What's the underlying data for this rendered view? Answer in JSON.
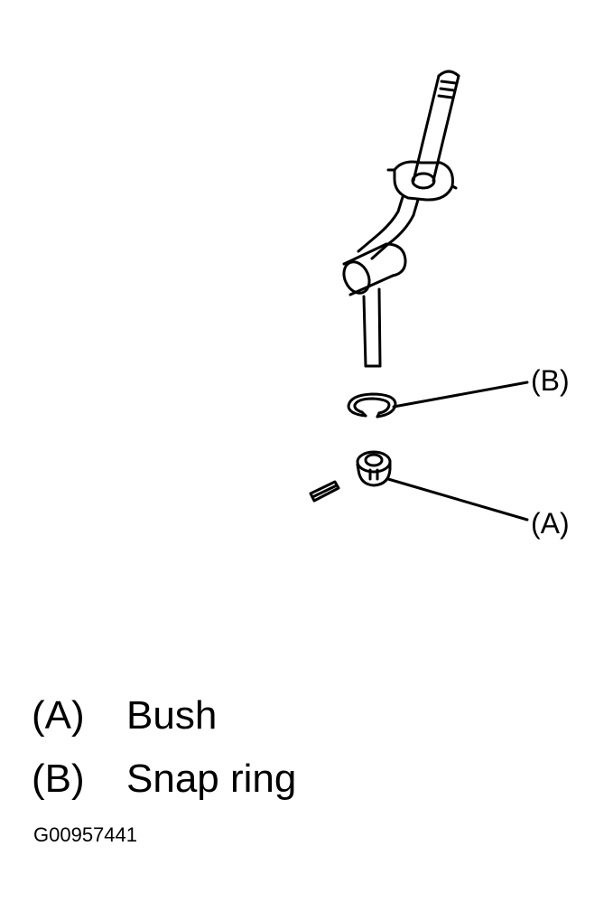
{
  "callouts": {
    "a": "(A)",
    "b": "(B)"
  },
  "legend": [
    {
      "key": "(A)",
      "text": "Bush"
    },
    {
      "key": "(B)",
      "text": "Snap ring"
    }
  ],
  "figure_code": "G00957441"
}
